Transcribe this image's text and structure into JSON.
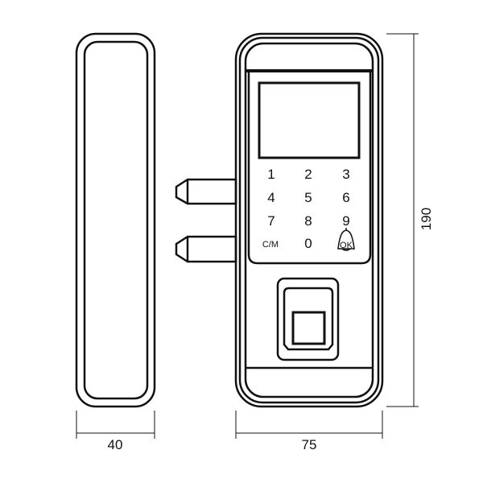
{
  "keypad": {
    "keys": [
      "1",
      "2",
      "3",
      "4",
      "5",
      "6",
      "7",
      "8",
      "9",
      "C/M",
      "0",
      "OK"
    ]
  },
  "dimensions": {
    "width_side": "40",
    "width_front": "75",
    "height": "190"
  },
  "colors": {
    "line": "#111111",
    "background": "#ffffff"
  }
}
